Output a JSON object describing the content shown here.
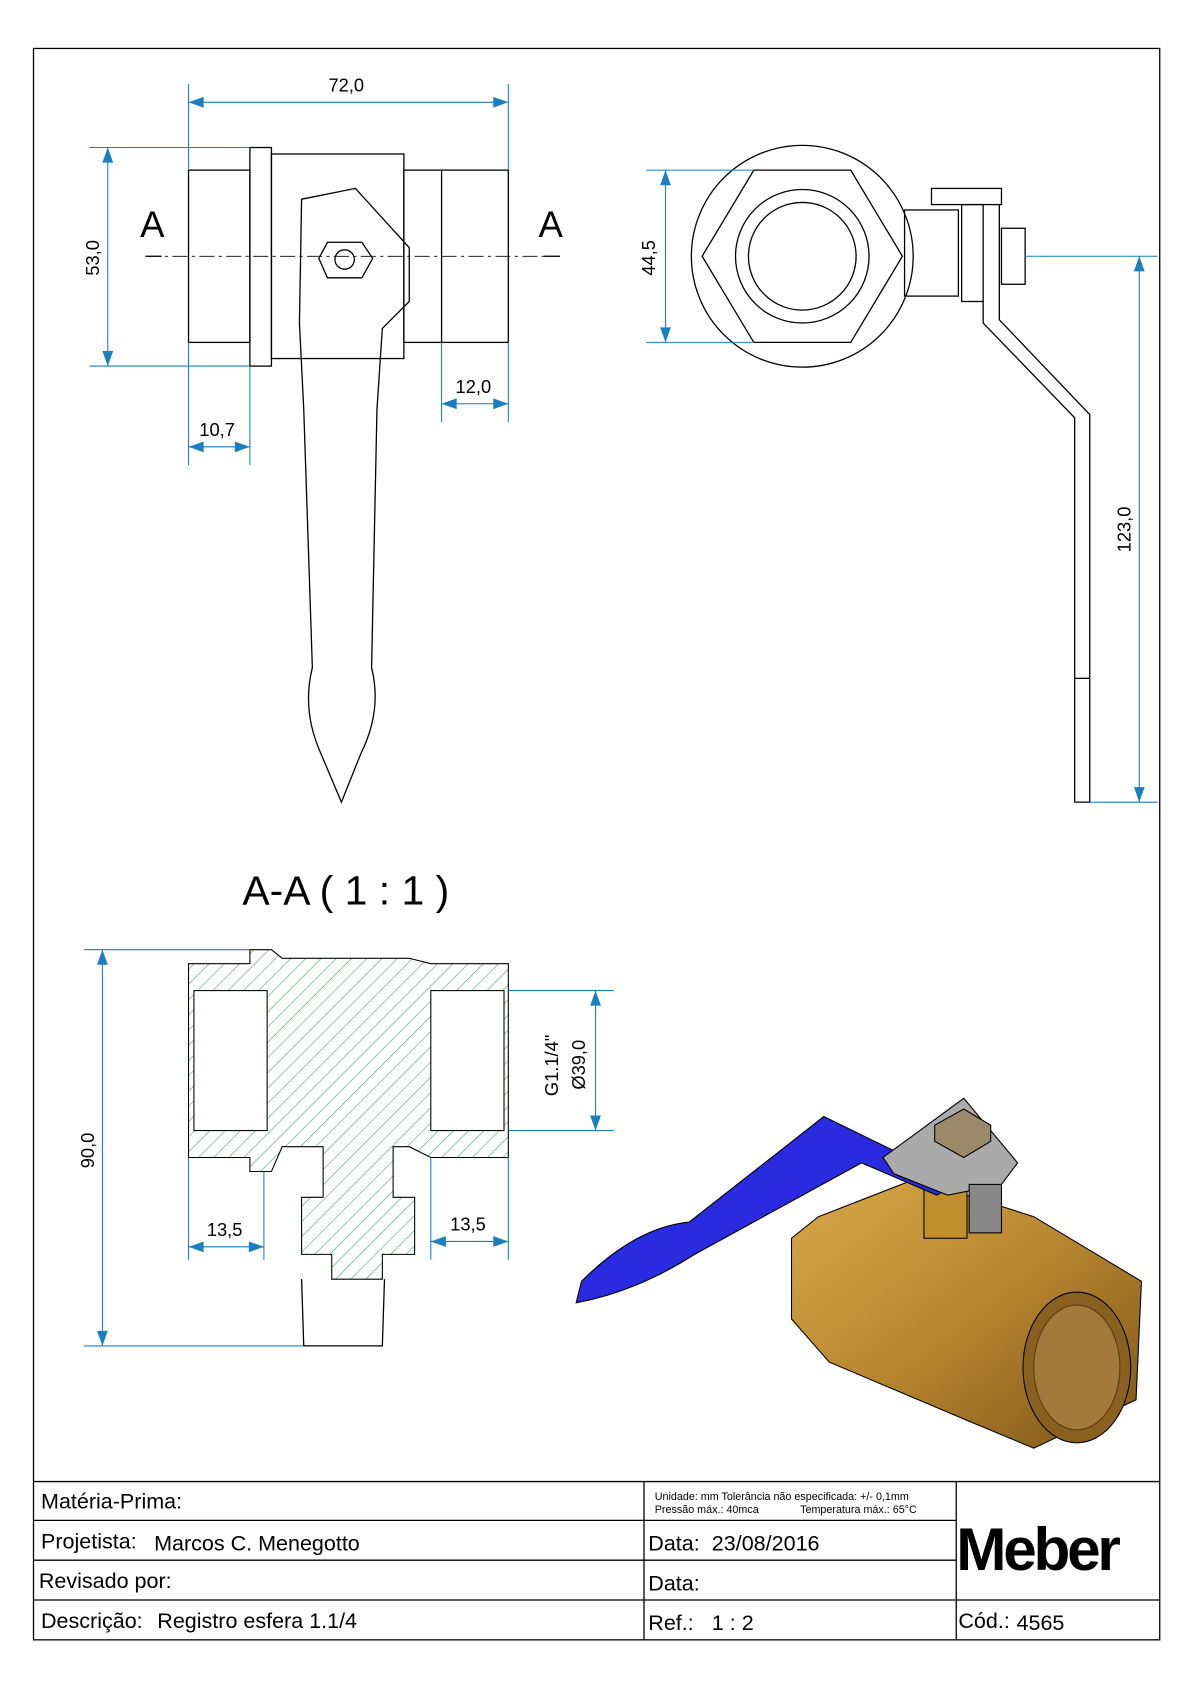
{
  "dimensions": {
    "overall_length": "72,0",
    "height": "53,0",
    "left_thread": "10,7",
    "right_thread": "12,0",
    "hex_size": "44,5",
    "lever_length": "123,0",
    "section_height": "90,0",
    "thread_spec": "G1.1/4\"",
    "thread_diameter": "Ø39,0",
    "section_left": "13,5",
    "section_right": "13,5"
  },
  "section_marks": {
    "left": "A",
    "right": "A"
  },
  "section_title": "A-A ( 1 : 1 )",
  "title_block": {
    "materia_prima": "Matéria-Prima:",
    "projetista_label": "Projetista:",
    "projetista_value": "Marcos C. Menegotto",
    "revisado_label": "Revisado por:",
    "descricao_label": "Descrição:",
    "descricao_value": "Registro esfera 1.1/4",
    "notes_line1": "Unidade: mm Tolerância não especificada: +/- 0,1mm",
    "notes_line2_a": "Pressão máx.: 40mca",
    "notes_line2_b": "Temperatura máx.: 65°C",
    "data_label": "Data:",
    "data_value": "23/08/2016",
    "data2_label": "Data:",
    "ref_label": "Ref.:",
    "ref_value": "1 : 2",
    "cod_label": "Cód.:",
    "cod_value": "4565",
    "logo": "Meber"
  },
  "colors": {
    "dimension": "#1a7fc0",
    "lever": "#2a2ae0",
    "brass": "#b8862f"
  }
}
